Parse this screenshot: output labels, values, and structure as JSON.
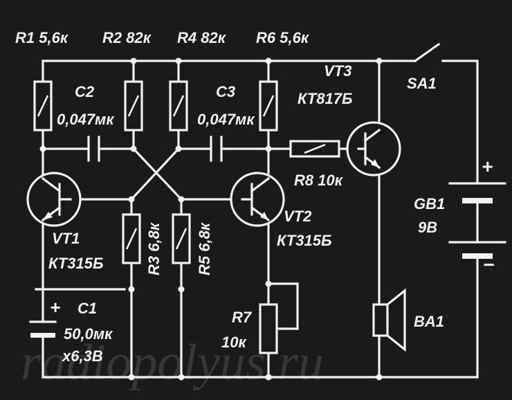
{
  "schematic": {
    "r1": "R1 5,6к",
    "r2": "R2 82к",
    "r4": "R4 82к",
    "r6": "R6 5,6к",
    "c2_name": "C2",
    "c2_value": "0,047мк",
    "c3_name": "C3",
    "c3_value": "0,047мк",
    "vt3_name": "VT3",
    "vt3_type": "КТ817Б",
    "sa1": "SA1",
    "r8": "R8 10к",
    "vt1_name": "VT1",
    "vt1_type": "КТ315Б",
    "vt2_name": "VT2",
    "vt2_type": "КТ315Б",
    "r3": "R3 6,8к",
    "r5": "R5 6,8к",
    "gb1_name": "GB1",
    "gb1_value": "9В",
    "plus_battery": "+",
    "minus_battery": "−",
    "c1_plus": "+",
    "c1_name": "C1",
    "c1_value": "50,0мк",
    "c1_voltage": "х6,3В",
    "r7_name": "R7",
    "r7_value": "10к",
    "ba1": "BA1"
  },
  "watermark": "radiopolyus.ru"
}
